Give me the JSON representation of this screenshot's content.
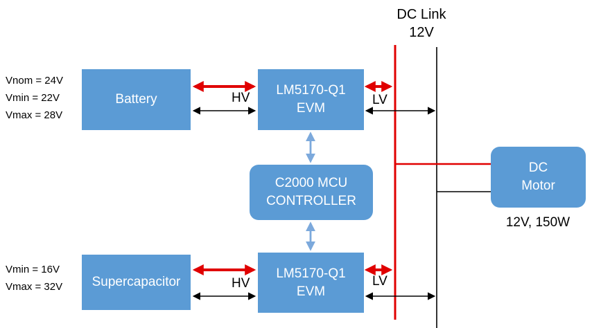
{
  "dc_link": {
    "name": "DC Link",
    "voltage": "12V"
  },
  "battery": {
    "label": "Battery",
    "specs": [
      "Vnom = 24V",
      "Vmin = 22V",
      "Vmax = 28V"
    ]
  },
  "evm_top": {
    "line1": "LM5170-Q1",
    "line2": "EVM"
  },
  "mcu": {
    "line1": "C2000 MCU",
    "line2": "CONTROLLER"
  },
  "supercapacitor": {
    "label": "Supercapacitor",
    "specs": [
      "Vmin = 16V",
      "Vmax = 32V"
    ]
  },
  "evm_bottom": {
    "line1": "LM5170-Q1",
    "line2": "EVM"
  },
  "dc_motor": {
    "line1": "DC",
    "line2": "Motor",
    "rating": "12V, 150W"
  },
  "bus_labels": {
    "hv_top": "HV",
    "lv_top": "LV",
    "hv_bottom": "HV",
    "lv_bottom": "LV"
  },
  "colors": {
    "block_fill": "#5B9BD5",
    "red_bus": "#E00000",
    "black_bus": "#000000",
    "mcu_link_blue": "#7CA9DC"
  }
}
